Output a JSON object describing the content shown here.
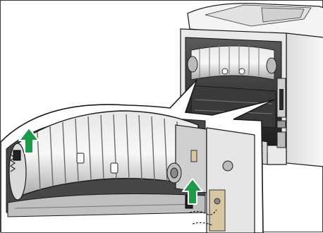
{
  "figure": {
    "subject": "printer-rear-fusing-unit-levers",
    "palette": {
      "outline": "#1a1a1a",
      "body_light": "#f2f2f2",
      "body_mid": "#c8c8c8",
      "body_dark": "#6a6a6a",
      "interior": "#2e2e2e",
      "arrow_green": "#1f9a4a",
      "label_beige": "#d8c7a0"
    },
    "arrows": [
      {
        "name": "lift-arrow-left",
        "direction": "up"
      },
      {
        "name": "lift-arrow-right",
        "direction": "up"
      }
    ],
    "callout": "enlarged-detail-of-fusing-unit"
  }
}
